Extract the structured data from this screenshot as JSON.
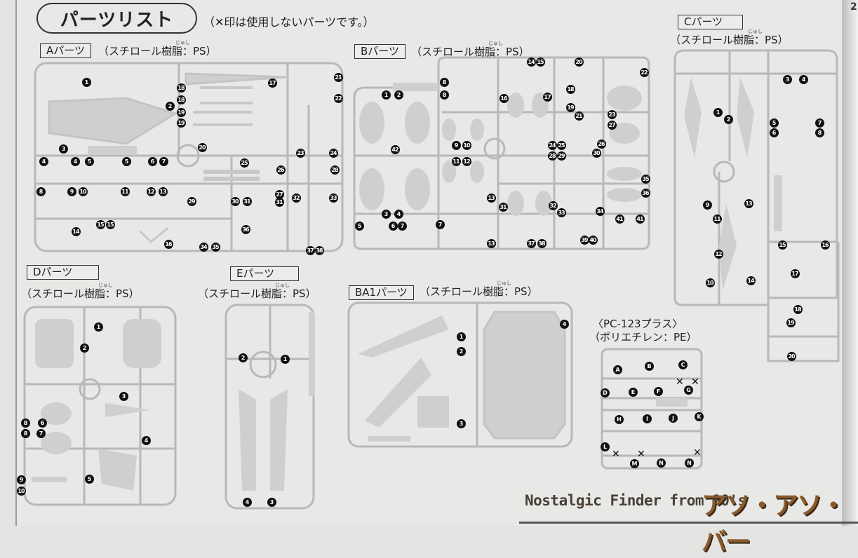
{
  "page_number": "2",
  "title": "パーツリスト",
  "note": "（✕印は使用しないパーツです。）",
  "sections": {
    "A": {
      "label": "Aパーツ",
      "spec": "（スチロール樹脂：PS）",
      "ruby": "じゅし",
      "parts": [
        "1",
        "18",
        "18",
        "2",
        "19",
        "19",
        "17",
        "21",
        "22",
        "20",
        "3",
        "4",
        "4",
        "5",
        "5",
        "6",
        "7",
        "23",
        "24",
        "25",
        "26",
        "28",
        "8",
        "9",
        "10",
        "11",
        "12",
        "13",
        "27",
        "32",
        "33",
        "29",
        "30",
        "31",
        "31",
        "15",
        "15",
        "14",
        "36",
        "16",
        "34",
        "35",
        "37",
        "38"
      ]
    },
    "B": {
      "label": "Bパーツ",
      "spec": "（スチロール樹脂：PS）",
      "ruby": "じゅし",
      "parts": [
        "14",
        "15",
        "20",
        "22",
        "8",
        "8",
        "1",
        "2",
        "18",
        "16",
        "17",
        "19",
        "21",
        "23",
        "27",
        "9",
        "10",
        "24",
        "25",
        "26",
        "42",
        "30",
        "28",
        "29",
        "11",
        "12",
        "35",
        "36",
        "13",
        "31",
        "32",
        "33",
        "34",
        "3",
        "4",
        "5",
        "6",
        "7",
        "7",
        "41",
        "41",
        "13",
        "37",
        "38",
        "39",
        "40"
      ]
    },
    "C": {
      "label": "Cパーツ",
      "spec": "（スチロール樹脂：PS）",
      "ruby": "じゅし",
      "parts": [
        "3",
        "4",
        "1",
        "2",
        "5",
        "6",
        "7",
        "8",
        "9",
        "13",
        "11",
        "12",
        "10",
        "14",
        "15",
        "16",
        "17",
        "18",
        "19",
        "20"
      ]
    },
    "D": {
      "label": "Dパーツ",
      "spec": "（スチロール樹脂：PS）",
      "ruby": "じゅし",
      "parts": [
        "1",
        "2",
        "3",
        "4",
        "5",
        "6",
        "7",
        "8",
        "8",
        "9",
        "10"
      ]
    },
    "E": {
      "label": "Eパーツ",
      "spec": "（スチロール樹脂：PS）",
      "ruby": "じゅし",
      "parts": [
        "2",
        "1",
        "4",
        "3"
      ]
    },
    "BA1": {
      "label": "BA1パーツ",
      "spec": "（スチロール樹脂：PS）",
      "ruby": "じゅし",
      "parts": [
        "1",
        "2",
        "3",
        "4"
      ]
    },
    "PC": {
      "label": "〈PC-123プラス〉",
      "spec": "（ポリエチレン：PE）",
      "parts": [
        "A",
        "B",
        "C",
        "D",
        "E",
        "F",
        "G",
        "H",
        "I",
        "J",
        "K",
        "L",
        "M",
        "N",
        "N"
      ],
      "unused_mark": "✕"
    }
  },
  "watermark": {
    "text": "Nostalgic Finder from 90's",
    "logo": "アソ・アソ・バー"
  }
}
